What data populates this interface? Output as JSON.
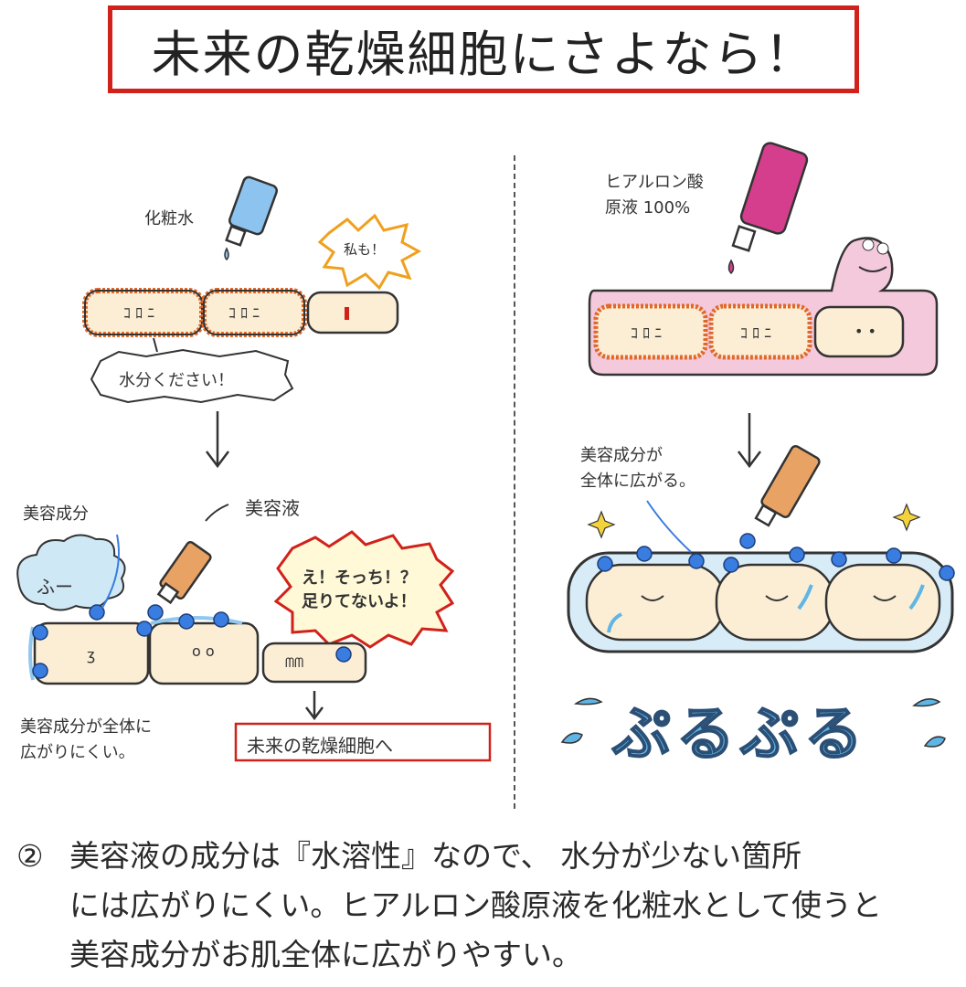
{
  "title": "未来の乾燥細胞にさよなら！",
  "left": {
    "toner_label": "化粧水",
    "me_too_label": "私も！",
    "water_label": "水分ください！",
    "serum_label": "美容液",
    "ingredient_label": "美容成分",
    "puff_label": "ふー",
    "not_enough_label": "え！そっち！？足りてないよ！",
    "caption": "美容成分が全体に\n広がりにくい。",
    "result_label": "未来の乾燥細胞へ"
  },
  "right": {
    "ha_label": "ヒアルロン酸\n原液 100%",
    "spread_label": "美容成分が\n全体に広がる。",
    "puru_label": "ぷるぷる"
  },
  "bottom": {
    "number": "②",
    "line1": "美容液の成分は『水溶性』なので、 水分が少ない箇所",
    "line2": "には広がりにくい。ヒアルロン酸原液を化粧水として使うと",
    "line3": "美容成分がお肌全体に広がりやすい。"
  },
  "colors": {
    "frame_red": "#d0221b",
    "cell_fill": "#fbeed5",
    "dry_orange": "#e0692a",
    "dot_blue": "#3a7de0",
    "pink_fill": "#f4c9dc",
    "toner_blue": "#8cc3ef",
    "ha_pink": "#d43e8c",
    "serum_orange": "#e8a264",
    "water_blue": "#5fb6e6"
  }
}
